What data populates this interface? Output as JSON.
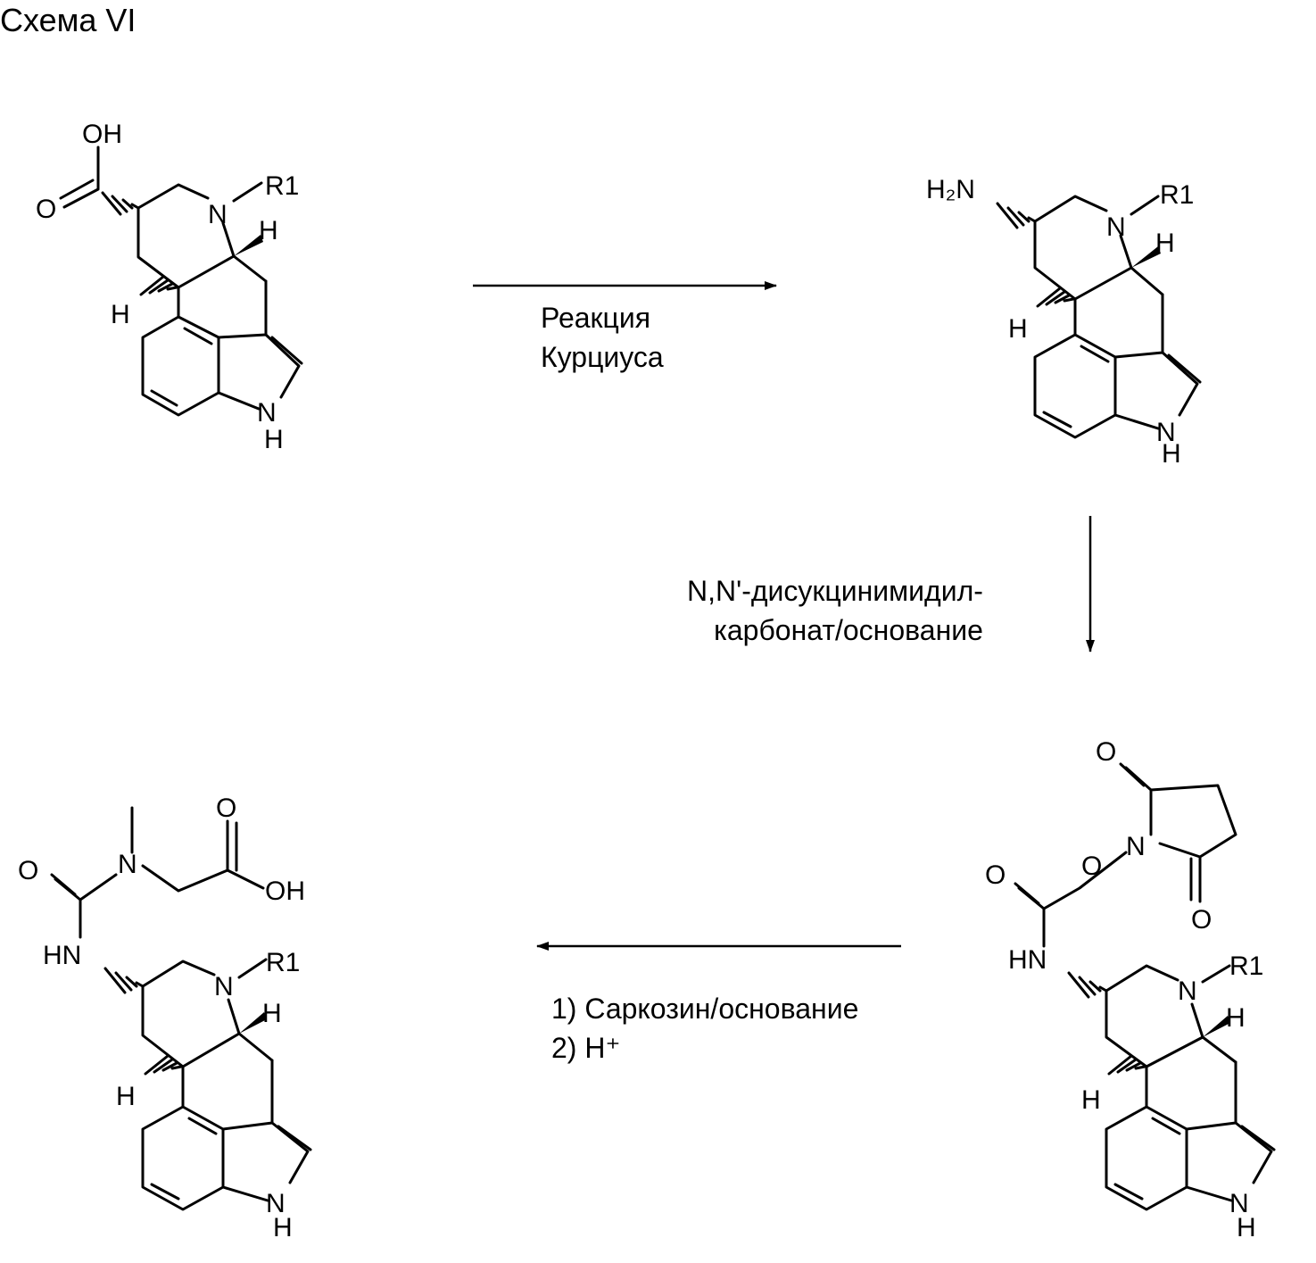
{
  "title": "Схема VI",
  "steps": {
    "step1": {
      "line1": "Реакция",
      "line2": "Курциуса"
    },
    "step2": {
      "line1": "N,N'-дисукцинимидил-",
      "line2": "карбонат/основание"
    },
    "step3": {
      "line1": "1) Саркозин/основание",
      "line2": "2) H⁺"
    }
  },
  "labels": {
    "oh": "OH",
    "o": "O",
    "n": "N",
    "nh_n": "N",
    "nh_h": "H",
    "h": "H",
    "r1": "R1",
    "h2n": "H₂N",
    "hn": "HN"
  }
}
